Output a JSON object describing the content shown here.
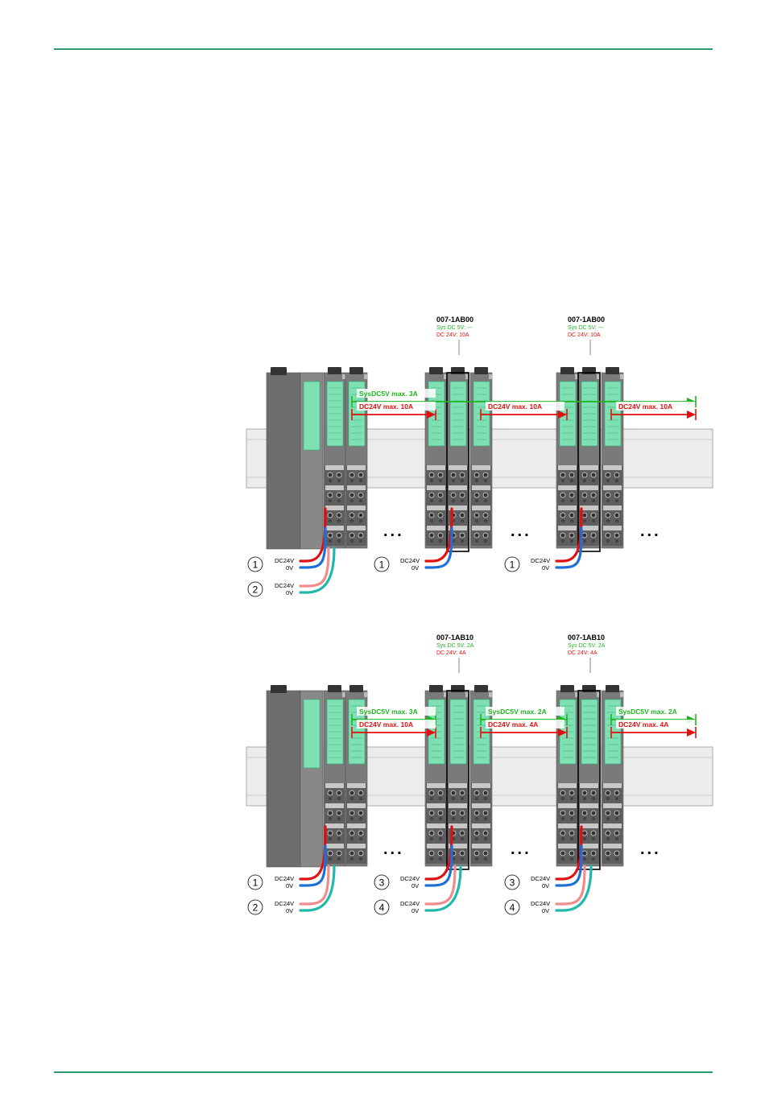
{
  "colors": {
    "rule": "#2f9a6c",
    "module_body": "#7a7a7a",
    "module_dark": "#5e5e5e",
    "module_panel": "#7fe0b4",
    "rail": "#ececec",
    "sys_arrow": "#1fb51f",
    "dc_arrow": "#e01010",
    "wire_dc24v": "#e01010",
    "wire_0v": "#1e6fd8",
    "wire_dc24v_2": "#f08c8c",
    "wire_0v_2": "#20b8a8"
  },
  "figures": [
    {
      "groups": [
        {
          "part": "007-1AB00",
          "sys": "Sys DC 5V: ---",
          "dc": "DC 24V: 10A"
        },
        {
          "part": "007-1AB00",
          "sys": "Sys DC 5V: ---",
          "dc": "DC 24V: 10A"
        }
      ],
      "green_arrows": [
        {
          "label": "SysDC5V max. 3A"
        }
      ],
      "red_arrows": [
        {
          "label": "DC24V max. 10A"
        },
        {
          "label": "DC24V max. 10A"
        },
        {
          "label": "DC24V max. 10A"
        }
      ],
      "wire_blocks": [
        {
          "markers": [
            "1",
            "2"
          ],
          "labels": [
            "DC24V",
            "0V",
            "DC24V",
            "0V"
          ]
        },
        {
          "markers": [
            "1"
          ],
          "labels": [
            "DC24V",
            "0V"
          ]
        },
        {
          "markers": [
            "1"
          ],
          "labels": [
            "DC24V",
            "0V"
          ]
        }
      ],
      "ellipsis": "..."
    },
    {
      "groups": [
        {
          "part": "007-1AB10",
          "sys": "Sys DC 5V: 2A",
          "dc": "DC 24V: 4A"
        },
        {
          "part": "007-1AB10",
          "sys": "Sys DC 5V: 2A",
          "dc": "DC 24V: 4A"
        }
      ],
      "green_arrows": [
        {
          "label": "SysDC5V max. 3A"
        },
        {
          "label": "SysDC5V max. 2A"
        },
        {
          "label": "SysDC5V max. 2A"
        }
      ],
      "red_arrows": [
        {
          "label": "DC24V max. 10A"
        },
        {
          "label": "DC24V max. 4A"
        },
        {
          "label": "DC24V max. 4A"
        }
      ],
      "wire_blocks": [
        {
          "markers": [
            "1",
            "2"
          ],
          "labels": [
            "DC24V",
            "0V",
            "DC24V",
            "0V"
          ]
        },
        {
          "markers": [
            "3",
            "4"
          ],
          "labels": [
            "DC24V",
            "0V",
            "DC24V",
            "0V"
          ]
        },
        {
          "markers": [
            "3",
            "4"
          ],
          "labels": [
            "DC24V",
            "0V",
            "DC24V",
            "0V"
          ]
        }
      ],
      "ellipsis": "..."
    }
  ]
}
